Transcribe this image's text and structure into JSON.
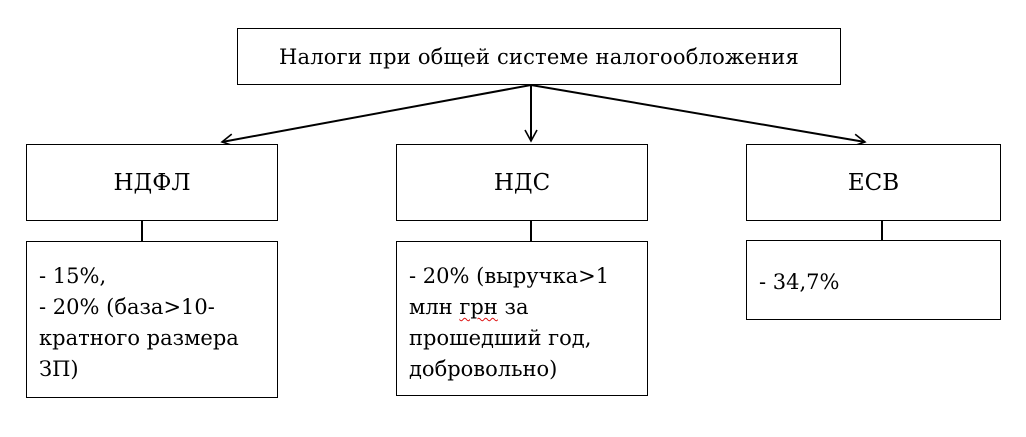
{
  "root": {
    "label": "Налоги при общей системе налогообложения"
  },
  "categories": [
    {
      "label": "НДФЛ"
    },
    {
      "label": "НДС"
    },
    {
      "label": "ЕСВ"
    }
  ],
  "details": {
    "ndfl": [
      "- 15%,",
      "- 20% (база>10-",
      "кратного размера",
      "ЗП)"
    ],
    "nds": [
      "- 20% (выручка>1",
      "млн ",
      "грн",
      " за",
      "прошедший год,",
      "добровольно)"
    ],
    "esv": [
      "- 34,7%"
    ]
  }
}
